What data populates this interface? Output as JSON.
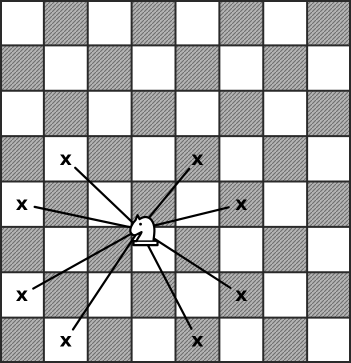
{
  "board": {
    "rows": 8,
    "cols": 8,
    "light_color": "#ffffff",
    "dark_color": "#9a9a9a",
    "border_color": "#2a2a2a"
  },
  "knight": {
    "piece": "knight",
    "icon": "chess-knight-icon",
    "square": {
      "col": 3,
      "row": 5
    }
  },
  "moves": [
    {
      "col": 1,
      "row": 3,
      "label": "x"
    },
    {
      "col": 4,
      "row": 3,
      "label": "x"
    },
    {
      "col": 0,
      "row": 4,
      "label": "x"
    },
    {
      "col": 5,
      "row": 4,
      "label": "x"
    },
    {
      "col": 0,
      "row": 6,
      "label": "x"
    },
    {
      "col": 5,
      "row": 6,
      "label": "x"
    },
    {
      "col": 1,
      "row": 7,
      "label": "x"
    },
    {
      "col": 4,
      "row": 7,
      "label": "x"
    }
  ]
}
